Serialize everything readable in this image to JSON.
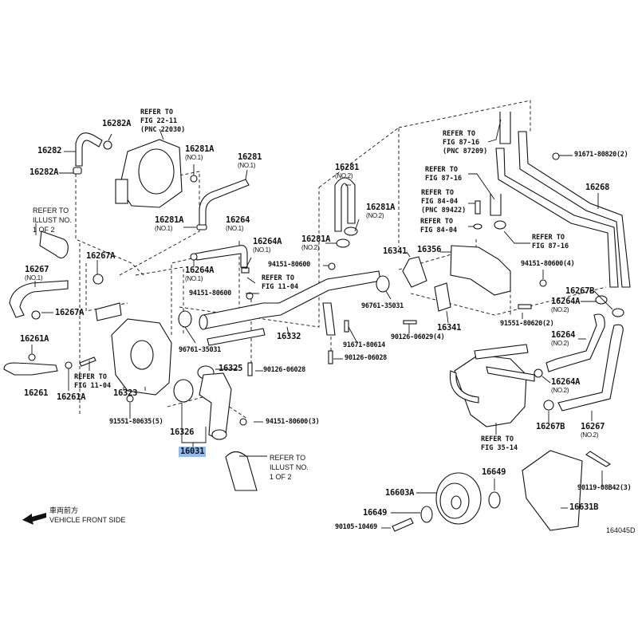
{
  "diagram": {
    "title": "Water pump & thermostat parts illustration",
    "illustration_code": "164045D",
    "highlight_color": "#8cbcf2",
    "direction_indicator": {
      "japanese": "車両前方",
      "english": "VEHICLE FRONT SIDE",
      "icon": "arrow-left-icon"
    },
    "labels": {
      "p16282A_top": {
        "part": "16282A"
      },
      "p16282": {
        "part": "16282"
      },
      "p16282A_bot": {
        "part": "16282A"
      },
      "ref_throttle": {
        "text": "REFER TO\nFIG 22-11\n(PNC 22030)"
      },
      "p16281A_no1_a": {
        "part": "16281A",
        "sub": "(NO.1)"
      },
      "p16281_no1": {
        "part": "16281",
        "sub": "(NO.1)"
      },
      "p16281A_no1_b": {
        "part": "16281A",
        "sub": "(NO.1)"
      },
      "ref_illust_left": {
        "text": "REFER TO\nILLUST NO.\n1 OF 2"
      },
      "p16267A_top": {
        "part": "16267A"
      },
      "p16267_no1": {
        "part": "16267",
        "sub": "(NO.1)"
      },
      "p16267A_mid": {
        "part": "16267A"
      },
      "p16264_no1": {
        "part": "16264",
        "sub": "(NO.1)"
      },
      "p16264A_no1_r": {
        "part": "16264A",
        "sub": "(NO.1)"
      },
      "p16264A_no1_l": {
        "part": "16264A",
        "sub": "(NO.1)"
      },
      "ref_fig1104_a": {
        "text": "REFER TO\nFIG 11-04"
      },
      "p94151_a": {
        "part": "94151-80600"
      },
      "p94151_b": {
        "part": "94151-80600"
      },
      "p16261A_top": {
        "part": "16261A"
      },
      "p16261": {
        "part": "16261"
      },
      "p16261A_bot": {
        "part": "16261A"
      },
      "ref_fig1104_b": {
        "text": "REFER TO\nFIG 11-04"
      },
      "p16323": {
        "part": "16323"
      },
      "p96761_l": {
        "part": "96761-35031"
      },
      "p16332": {
        "part": "16332"
      },
      "p96761_r": {
        "part": "96761-35031"
      },
      "p16325": {
        "part": "16325"
      },
      "p90126_06028_a": {
        "part": "90126-06028"
      },
      "p90126_06028_b": {
        "part": "90126-06028"
      },
      "p91671_80614": {
        "part": "91671-80614"
      },
      "p91551_80635": {
        "part": "91551-80635(5)"
      },
      "p16326": {
        "part": "16326"
      },
      "p16031": {
        "part": "16031",
        "highlighted": true
      },
      "p94151_3": {
        "part": "94151-80600(3)"
      },
      "ref_illust_bottom": {
        "text": "REFER TO\nILLUST NO.\n1 OF 2"
      },
      "p16281_no2": {
        "part": "16281",
        "sub": "(NO.2)"
      },
      "p16281A_no2_r": {
        "part": "16281A",
        "sub": "(NO.2)"
      },
      "p16281A_no2_l": {
        "part": "16281A",
        "sub": "(NO.2)"
      },
      "ref_87209": {
        "text": "REFER TO\nFIG 87-16\n(PNC 87209)"
      },
      "ref_8716_a": {
        "text": "REFER TO\nFIG 87-16"
      },
      "ref_89422": {
        "text": "REFER TO\nFIG 84-04\n(PNC 89422)"
      },
      "ref_8404": {
        "text": "REFER TO\nFIG 84-04"
      },
      "ref_8716_b": {
        "text": "REFER TO\nFIG 87-16"
      },
      "p91671_80820": {
        "part": "91671-80820(2)"
      },
      "p16268": {
        "part": "16268"
      },
      "p16341_a": {
        "part": "16341"
      },
      "p16356": {
        "part": "16356"
      },
      "p16341_b": {
        "part": "16341"
      },
      "p90126_06029": {
        "part": "90126-06029(4)"
      },
      "p94151_4": {
        "part": "94151-80600(4)"
      },
      "p91551_80620": {
        "part": "91551-80620(2)"
      },
      "p16267B_top": {
        "part": "16267B"
      },
      "p16264A_no2_top": {
        "part": "16264A",
        "sub": "(NO.2)"
      },
      "p16264_no2": {
        "part": "16264",
        "sub": "(NO.2)"
      },
      "p16264A_no2_mid": {
        "part": "16264A",
        "sub": "(NO.2)"
      },
      "p16267B_bot": {
        "part": "16267B"
      },
      "p16267_no2": {
        "part": "16267",
        "sub": "(NO.2)"
      },
      "ref_3514": {
        "text": "REFER TO\nFIG 35-14"
      },
      "p16649_top": {
        "part": "16649"
      },
      "p16603A": {
        "part": "16603A"
      },
      "p16649_bot": {
        "part": "16649"
      },
      "p90105": {
        "part": "90105-10469"
      },
      "p90119": {
        "part": "90119-08B42(3)"
      },
      "p16631B": {
        "part": "16631B"
      }
    }
  }
}
